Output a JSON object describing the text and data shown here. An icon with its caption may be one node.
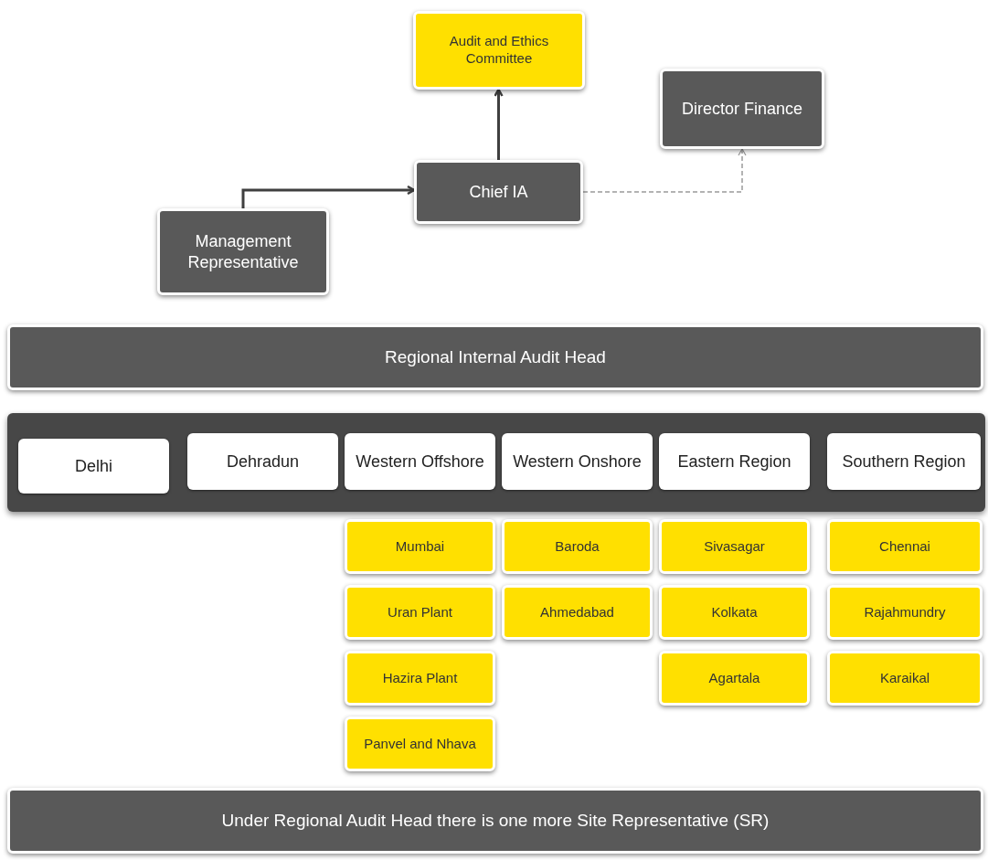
{
  "diagram": {
    "nodes": [
      {
        "text": [
          "Audit and Ethics Committee"
        ]
      },
      {
        "text": [
          "Director Finance"
        ]
      },
      {
        "text": [
          "Chief IA"
        ]
      },
      {
        "text": [
          "Management Representative"
        ]
      },
      {
        "text": [
          "Regional Internal Audit Head"
        ]
      },
      {
        "text": [],
        "shape": "bar"
      },
      {
        "text": [
          "Delhi"
        ],
        "in": 5
      },
      {
        "text": [
          "Dehradun"
        ],
        "in": 5
      },
      {
        "text": [
          "Western Offshore"
        ],
        "in": 5
      },
      {
        "text": [
          "Western Onshore"
        ],
        "in": 5
      },
      {
        "text": [
          "Eastern Region"
        ],
        "in": 5
      },
      {
        "text": [
          "Southern Region"
        ],
        "in": 5
      },
      {
        "text": [
          "Mumbai"
        ]
      },
      {
        "text": [
          "Baroda"
        ]
      },
      {
        "text": [
          "Sivasagar"
        ]
      },
      {
        "text": [
          "Chennai"
        ]
      },
      {
        "text": [
          "Uran Plant"
        ]
      },
      {
        "text": [
          "Ahmedabad"
        ]
      },
      {
        "text": [
          "Kolkata"
        ]
      },
      {
        "text": [
          "Rajahmundry"
        ]
      },
      {
        "text": [
          "Hazira Plant"
        ]
      },
      {
        "text": [
          "Agartala"
        ]
      },
      {
        "text": [
          "Karaikal"
        ]
      },
      {
        "text": [
          "Panvel and Nhava"
        ]
      },
      {
        "text": [
          "Under Regional Audit Head there is one more Site Representative (SR)"
        ]
      }
    ],
    "edges": [
      {
        "from": 2,
        "to": 0,
        "arrow": "to"
      },
      {
        "from": 3,
        "to": 2,
        "arrow": "to"
      },
      {
        "from": 2,
        "to": 1,
        "arrow": "to",
        "style": "dashed",
        "color": "#9a9a9a"
      }
    ]
  }
}
